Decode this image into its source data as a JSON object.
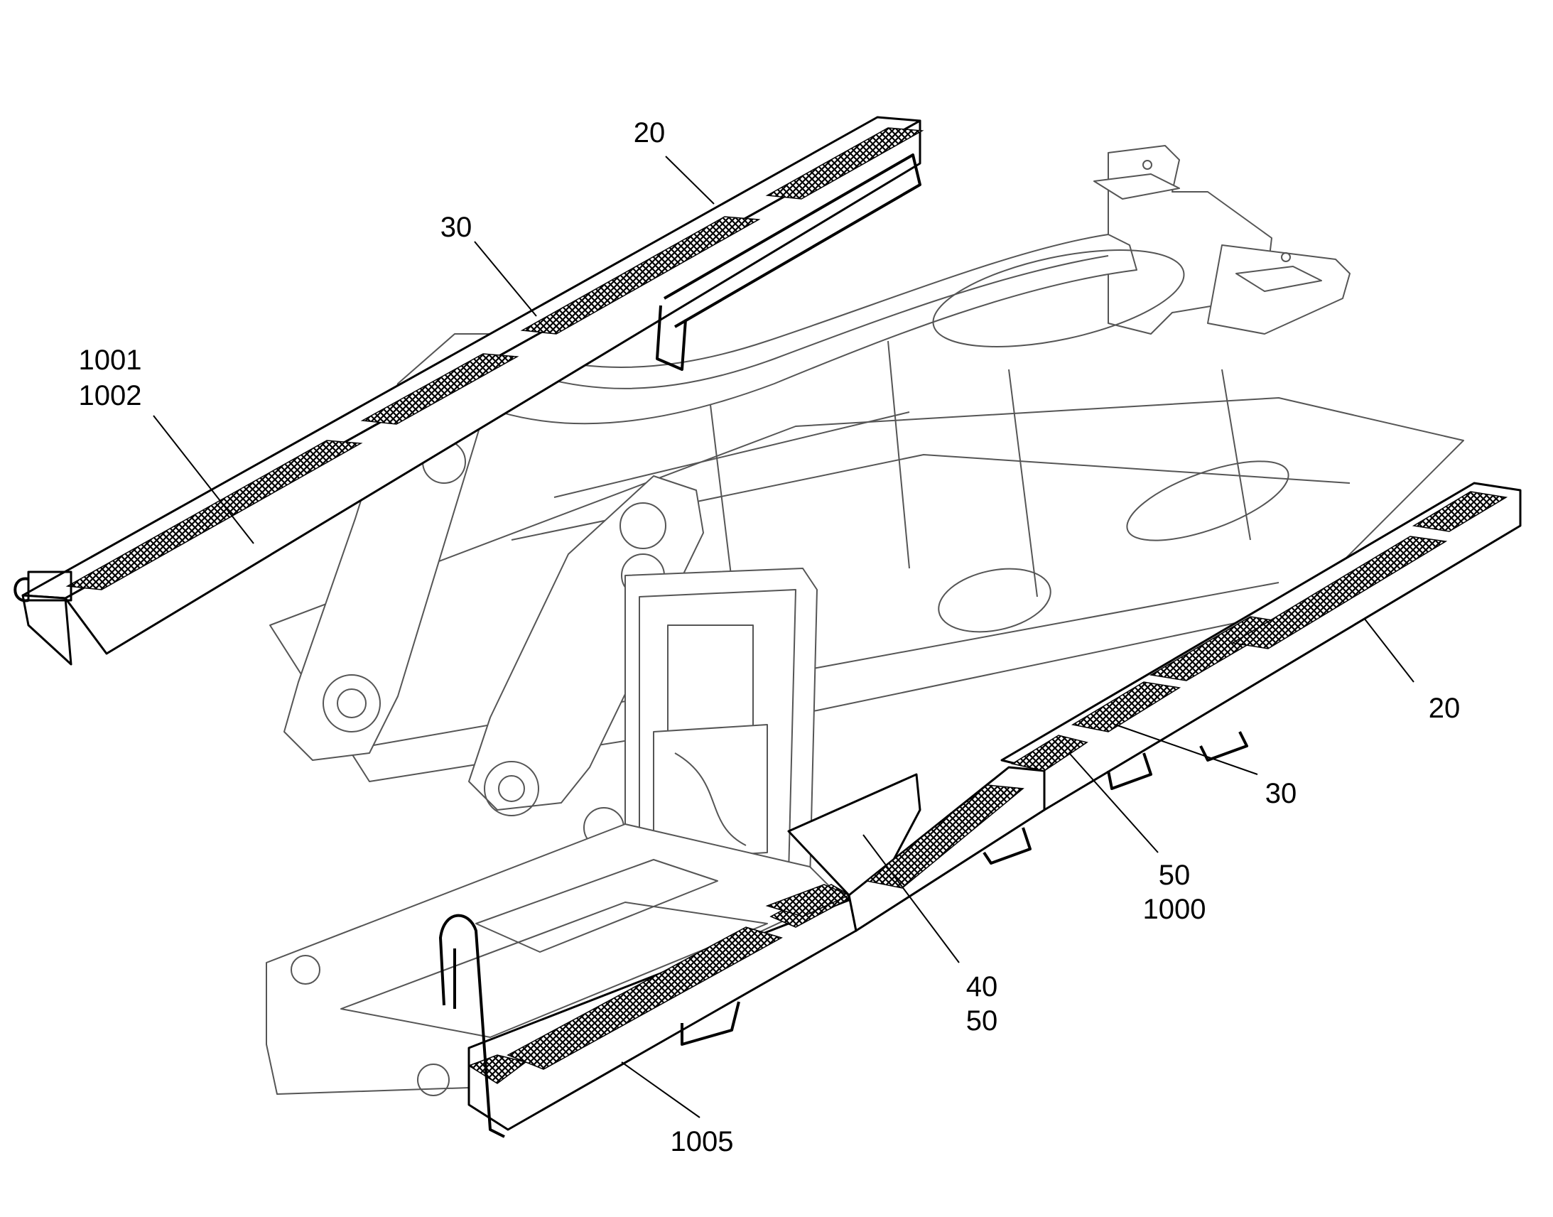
{
  "callouts": [
    {
      "id": "c-20-top",
      "lines": [
        "20"
      ]
    },
    {
      "id": "c-30-top",
      "lines": [
        "30"
      ]
    },
    {
      "id": "c-1001-1002",
      "lines": [
        "1001",
        "1002"
      ]
    },
    {
      "id": "c-20-right",
      "lines": [
        "20"
      ]
    },
    {
      "id": "c-30-right",
      "lines": [
        "30"
      ]
    },
    {
      "id": "c-50-1000",
      "lines": [
        "50",
        "1000"
      ]
    },
    {
      "id": "c-40-50",
      "lines": [
        "40",
        "50"
      ]
    },
    {
      "id": "c-1005",
      "lines": [
        "1005"
      ]
    }
  ],
  "colors": {
    "line": "#000000",
    "frame_line": "#555555",
    "background": "#ffffff"
  }
}
